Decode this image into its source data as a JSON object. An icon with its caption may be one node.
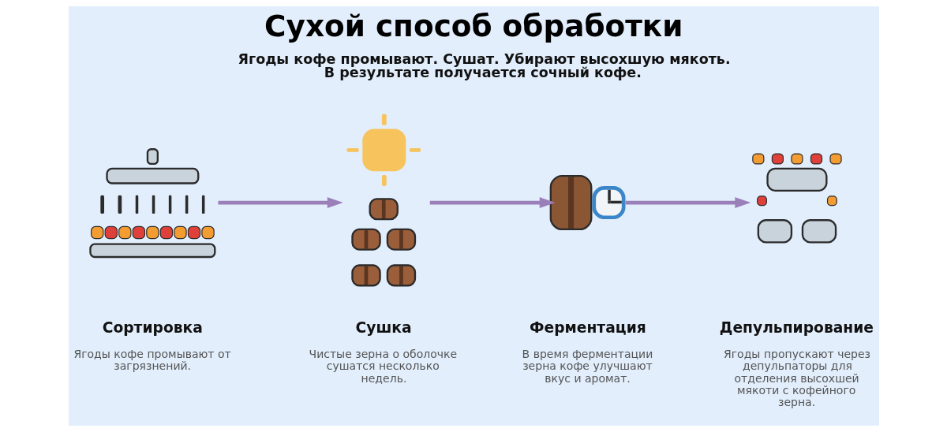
{
  "diagram": {
    "title": "Сухой способ обработки",
    "nodes": [
      {
        "text": [],
        "shape": "picture",
        "beside": [
          "Сортировка",
          "Ягоды кофе промывают от загрязнений."
        ]
      },
      {
        "text": [],
        "shape": "picture",
        "beside": [
          "Сушка",
          "Чистые зерна о оболочке сушатся несколько недель."
        ]
      },
      {
        "text": [],
        "shape": "picture",
        "beside": [
          "Ферментация",
          "В время ферментации зерна кофе улучшают вкус и аромат."
        ]
      },
      {
        "text": [],
        "shape": "picture",
        "beside": [
          "Депульпирование",
          "Ягоды пропускают через депульпаторы для отделения высохшей мякоти с кофейного зерна."
        ]
      }
    ],
    "edges": [
      {
        "from": 0,
        "to": 1,
        "arrow": "to"
      },
      {
        "from": 1,
        "to": 2,
        "arrow": "to"
      },
      {
        "from": 2,
        "to": 3,
        "arrow": "to"
      }
    ],
    "labels": [
      "Ягоды кофе промывают. Сушат. Убирают высохшую мякоть. В результате получается сочный кофе."
    ]
  }
}
